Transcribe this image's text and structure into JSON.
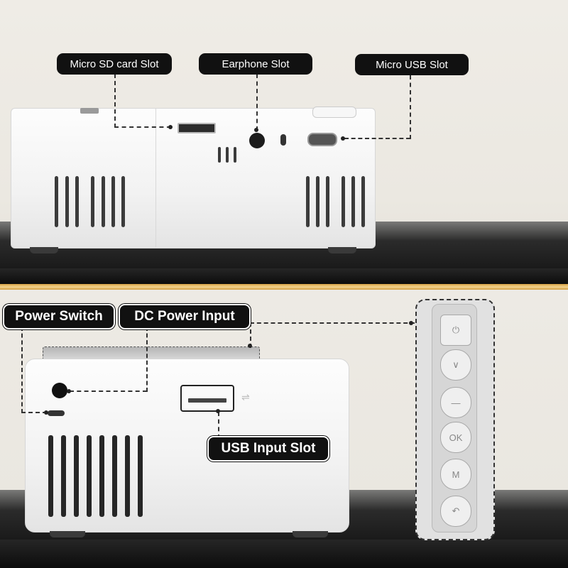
{
  "callouts": {
    "micro_sd": "Micro SD card Slot",
    "earphone": "Earphone  Slot",
    "micro_usb": "Micro USB Slot",
    "power_switch": "Power Switch",
    "dc_power": "DC Power Input",
    "usb_input": "USB Input Slot"
  },
  "remote_buttons": [
    {
      "icon": "power-icon",
      "glyph": "⏻"
    },
    {
      "icon": "chevron-down-icon",
      "glyph": "∨"
    },
    {
      "icon": "minus-icon",
      "glyph": "—"
    },
    {
      "icon": "ok-button",
      "glyph": "OK"
    },
    {
      "icon": "menu-icon",
      "glyph": "M"
    },
    {
      "icon": "return-icon",
      "glyph": "↶"
    }
  ],
  "colors": {
    "label_bg": "#111111",
    "label_text": "#ffffff",
    "divider": "#e8bd6a",
    "device": "#f4f4f4"
  }
}
